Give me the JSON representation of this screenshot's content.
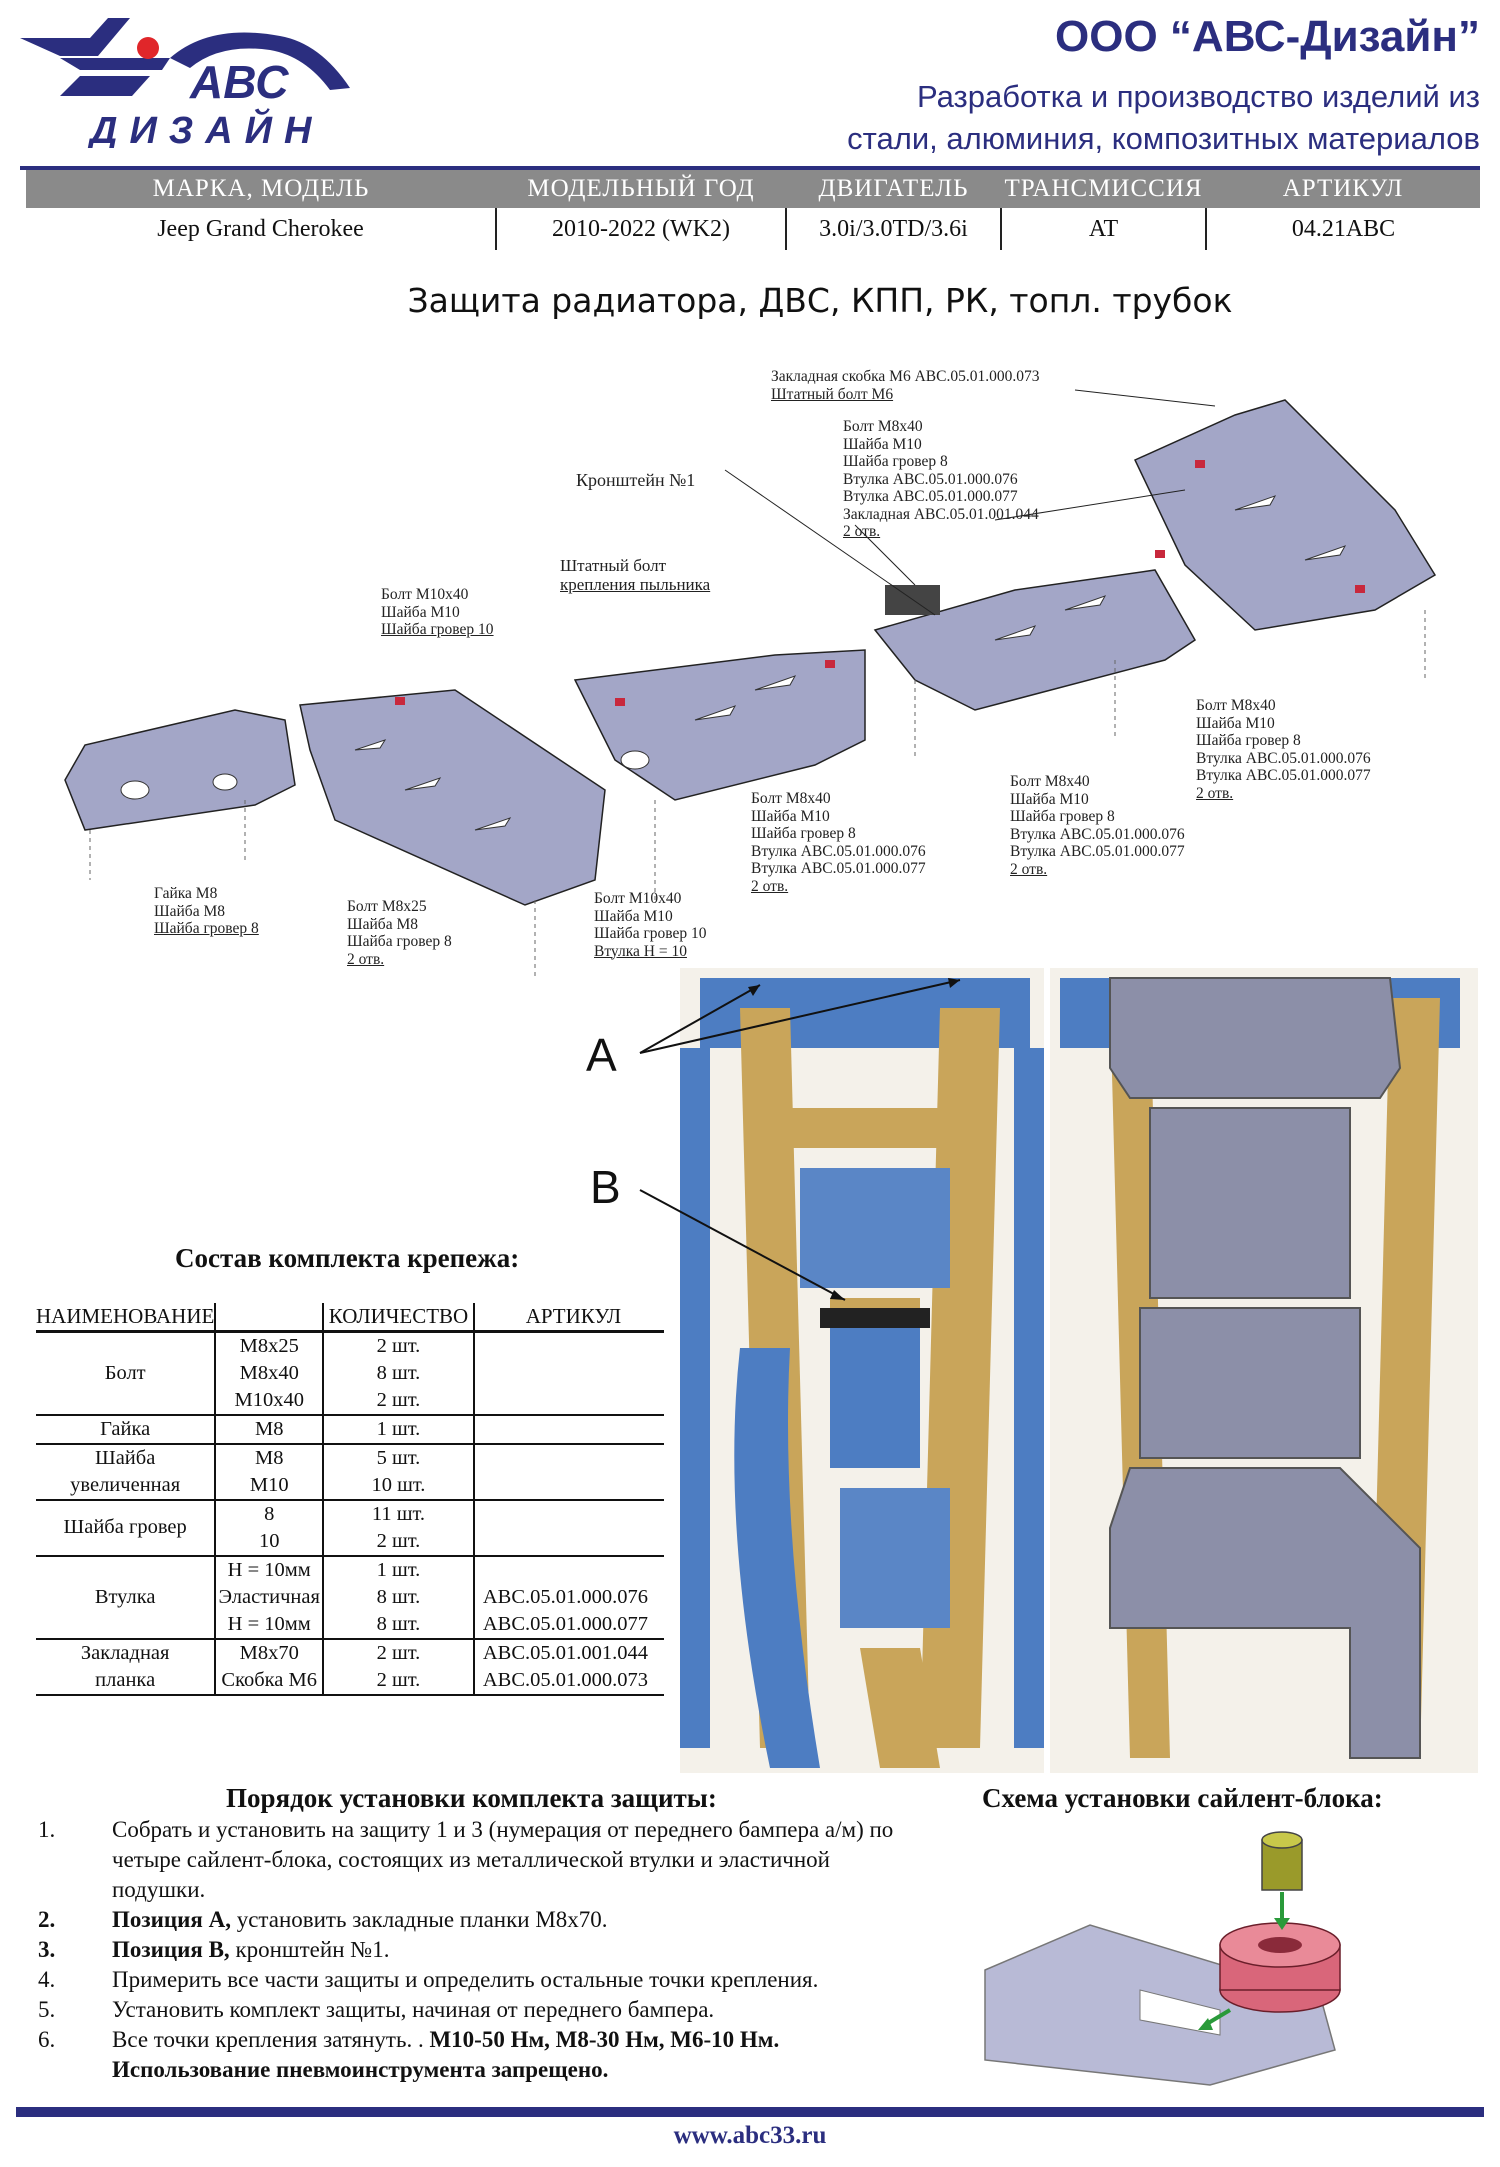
{
  "header": {
    "company": "ООО “АВС-Дизайн”",
    "tagline_line1": "Разработка и производство изделий из",
    "tagline_line2": "стали, алюминия, композитных материалов",
    "logo_text_top": "АВС",
    "logo_text_bottom": "ДИЗАЙН"
  },
  "spec": {
    "headers": [
      "МАРКА, МОДЕЛЬ",
      "МОДЕЛЬНЫЙ ГОД",
      "ДВИГАТЕЛЬ",
      "ТРАНСМИССИЯ",
      "АРТИКУЛ"
    ],
    "values": [
      "Jeep Grand Cherokee",
      "2010-2022 (WK2)",
      "3.0i/3.0TD/3.6i",
      "AT",
      "04.21ABC"
    ]
  },
  "title": "Защита радиатора, ДВС, КПП, РК, топл. трубок",
  "callouts": {
    "c1": [
      "Закладная скобка М6 АВС.05.01.000.073",
      "Штатный болт М6"
    ],
    "c2": [
      "Болт М8х40",
      "Шайба М10",
      "Шайба гровер 8",
      "Втулка АВС.05.01.000.076",
      "Втулка АВС.05.01.000.077",
      "Закладная АВС.05.01.001.044",
      "2 отв."
    ],
    "c3": [
      "Кронштейн №1"
    ],
    "c4": [
      "Штатный болт",
      "крепления пыльника"
    ],
    "c5": [
      "Болт М10х40",
      "Шайба М10",
      "Шайба гровер 10"
    ],
    "c6": [
      "Болт М8х40",
      "Шайба М10",
      "Шайба гровер 8",
      "Втулка АВС.05.01.000.076",
      "Втулка АВС.05.01.000.077",
      "2 отв."
    ],
    "c7": [
      "Болт М8х40",
      "Шайба М10",
      "Шайба гровер 8",
      "Втулка АВС.05.01.000.076",
      "Втулка АВС.05.01.000.077",
      "2 отв."
    ],
    "c8": [
      "Болт М8х40",
      "Шайба М10",
      "Шайба гровер 8",
      "Втулка АВС.05.01.000.076",
      "Втулка АВС.05.01.000.077",
      "2 отв."
    ],
    "c9": [
      "Гайка М8",
      "Шайба М8",
      "Шайба гровер 8"
    ],
    "c10": [
      "Болт М8х25",
      "Шайба М8",
      "Шайба гровер 8",
      "2 отв."
    ],
    "c11": [
      "Болт М10х40",
      "Шайба М10",
      "Шайба гровер 10",
      "Втулка Н = 10"
    ]
  },
  "markers": {
    "a": "A",
    "b": "B"
  },
  "kit": {
    "title": "Состав комплекта крепежа:",
    "headers": [
      "НАИМЕНОВАНИЕ",
      "КОЛИЧЕСТВО",
      "АРТИКУЛ"
    ],
    "rows": [
      {
        "name": "Болт",
        "size": "М8х25\nМ8х40\nМ10х40",
        "qty": "2 шт.\n8 шт.\n2 шт.",
        "art": ""
      },
      {
        "name": "Гайка",
        "size": "М8",
        "qty": "1 шт.",
        "art": ""
      },
      {
        "name": "Шайба\nувеличенная",
        "size": "М8\nМ10",
        "qty": "5 шт.\n10 шт.",
        "art": ""
      },
      {
        "name": "Шайба гровер",
        "size": "8\n10",
        "qty": "11 шт.\n2 шт.",
        "art": ""
      },
      {
        "name": "Втулка",
        "size": "H = 10мм\nЭластичная\nH = 10мм",
        "qty": "1 шт.\n8 шт.\n8 шт.",
        "art": "\nАВС.05.01.000.076\nАВС.05.01.000.077"
      },
      {
        "name": "Закладная\nпланка",
        "size": "М8х70\nСкобка М6",
        "qty": "2 шт.\n2 шт.",
        "art": "АВС.05.01.001.044\nАВС.05.01.000.073"
      }
    ]
  },
  "procedure": {
    "title": "Порядок установки комплекта защиты:",
    "steps": [
      {
        "num": "1.",
        "bold": "",
        "text": "Собрать и установить на защиту 1 и 3 (нумерация от переднего бампера а/м) по четыре сайлент-блока, состоящих из металлической втулки и эластичной подушки."
      },
      {
        "num": "2.",
        "bold": "Позиция А,",
        "text": " установить закладные планки М8х70."
      },
      {
        "num": "3.",
        "bold": "Позиция В,",
        "text": " кронштейн №1."
      },
      {
        "num": "4.",
        "bold": "",
        "text": "Примерить все части защиты и определить остальные точки крепления."
      },
      {
        "num": "5.",
        "bold": "",
        "text": "Установить комплект защиты, начиная от переднего бампера."
      },
      {
        "num": "6.",
        "bold": "",
        "text": "Все точки крепления затянуть. . ",
        "bold2": "М10-50 Нм, М8-30 Нм, М6-10 Нм.",
        "bold3": "Использование пневмоинструмента запрещено."
      }
    ]
  },
  "scheme_title": "Схема установки сайлент-блока:",
  "footer": {
    "url": "www.abc33.ru"
  },
  "colors": {
    "brand": "#2b2e7f",
    "table_header": "#8a8a8a",
    "plate": "#a3a6c7",
    "bushing": "#d9667a"
  }
}
